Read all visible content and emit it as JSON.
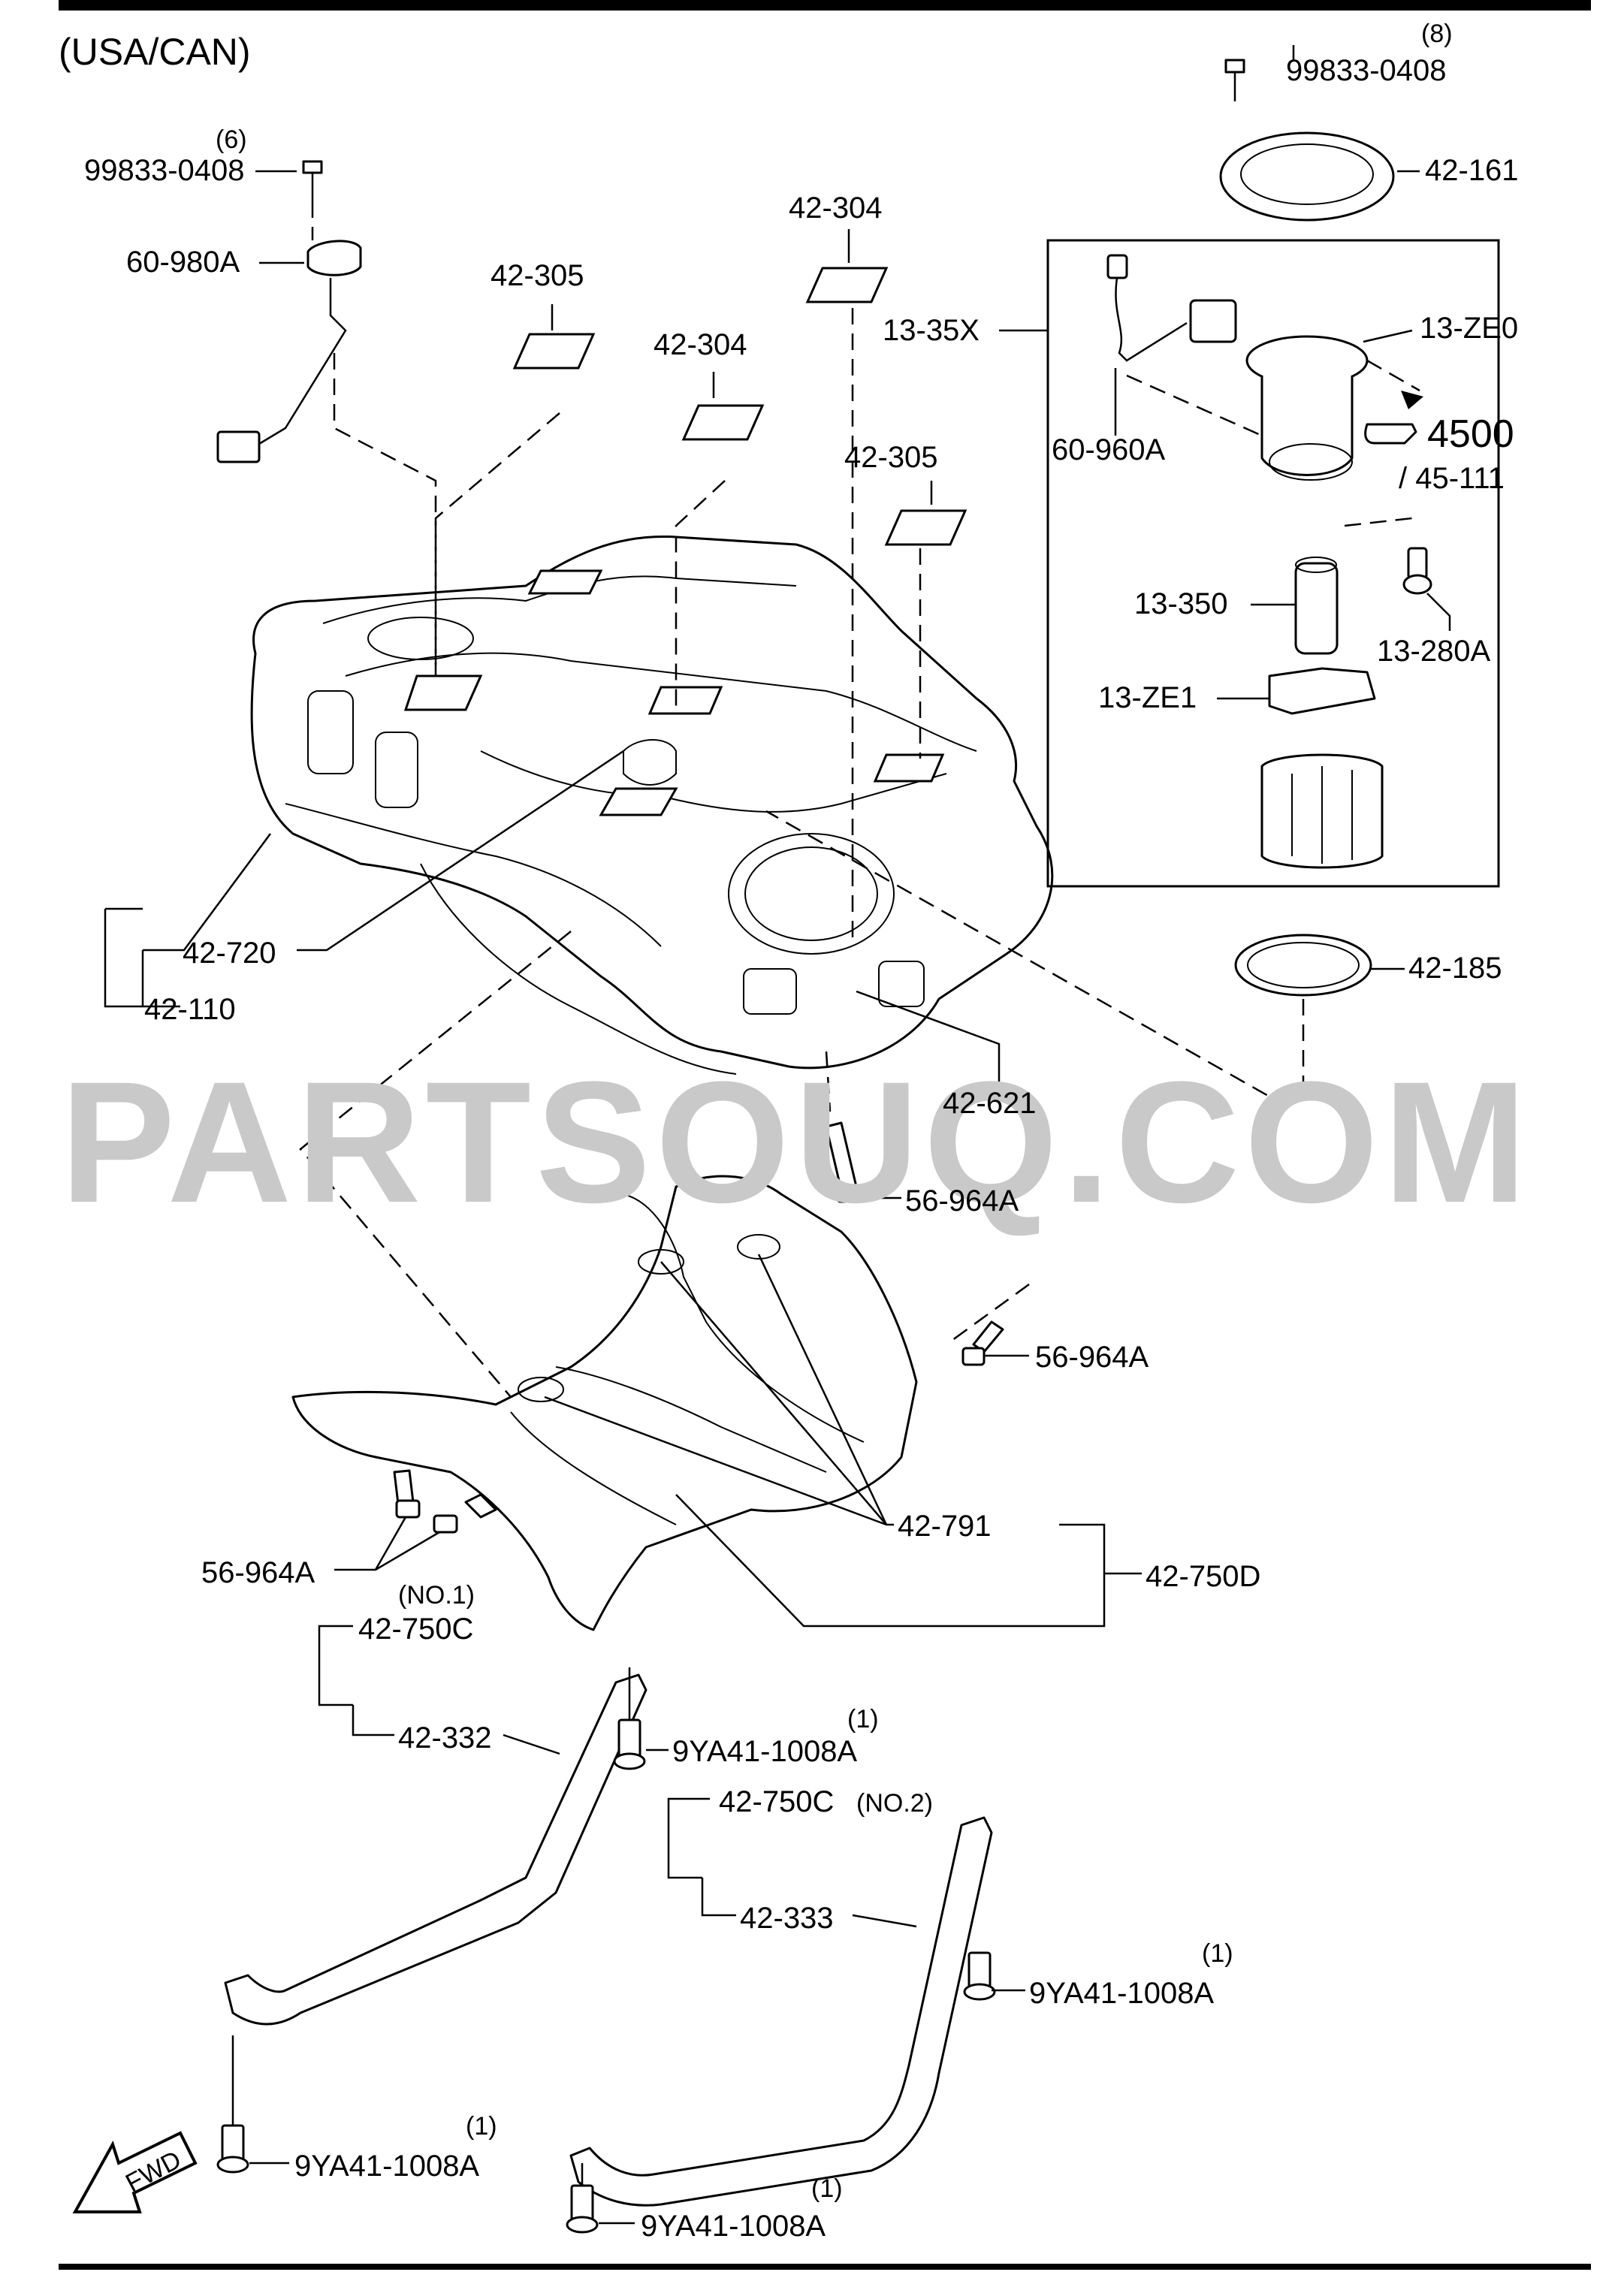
{
  "region": "(USA/CAN)",
  "watermark": "PARTSOUQ.COM",
  "fwd": "FWD",
  "labels": {
    "p99833_right": "99833-0408",
    "q8": "(8)",
    "p42161": "42-161",
    "q6": "(6)",
    "p99833_left": "99833-0408",
    "p60980A": "60-980A",
    "p42305_a": "42-305",
    "p42304_a": "42-304",
    "p42304_b": "42-304",
    "p42305_b": "42-305",
    "p1335X": "13-35X",
    "p13ZE0": "13-ZE0",
    "p4500": "4500",
    "p45111": "/ 45-111",
    "p60960A": "60-960A",
    "p13350": "13-350",
    "p13280A": "13-280A",
    "p13ZE1": "13-ZE1",
    "p42185": "42-185",
    "p42720": "42-720",
    "p42110": "42-110",
    "p42621": "42-621",
    "p56964A_a": "56-964A",
    "p56964A_b": "56-964A",
    "p56964A_c": "56-964A",
    "p42791": "42-791",
    "p42750D": "42-750D",
    "no1": "(NO.1)",
    "p42750C_1": "42-750C",
    "p42332": "42-332",
    "q1_a": "(1)",
    "p9YA41_a": "9YA41-1008A",
    "p42750C_2": "42-750C",
    "no2": "(NO.2)",
    "p42333": "42-333",
    "q1_b": "(1)",
    "p9YA41_b": "9YA41-1008A",
    "q1_c": "(1)",
    "p9YA41_c": "9YA41-1008A",
    "q1_d": "(1)",
    "p9YA41_d": "9YA41-1008A"
  }
}
